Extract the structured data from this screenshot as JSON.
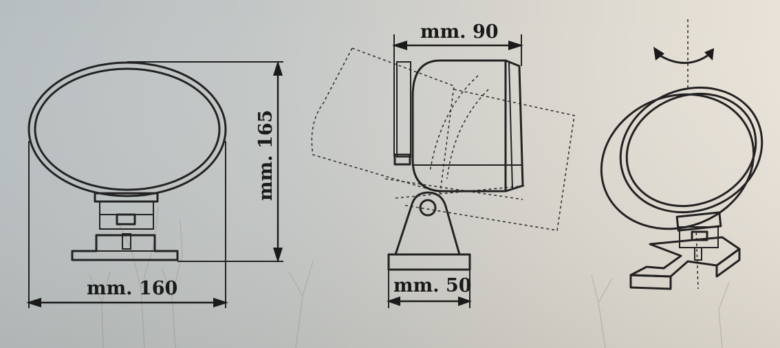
{
  "figure": {
    "front_view": {
      "width_label": "mm. 160",
      "height_label": "mm. 165"
    },
    "side_view": {
      "depth_label": "mm. 90",
      "base_label": "mm. 50"
    },
    "perspective_view": {
      "rotation_indicator": "double-arrow-rotation-icon"
    },
    "colors": {
      "ink": "#222222",
      "background_left": "#b7bec0",
      "background_right": "#e8e2d8"
    }
  }
}
